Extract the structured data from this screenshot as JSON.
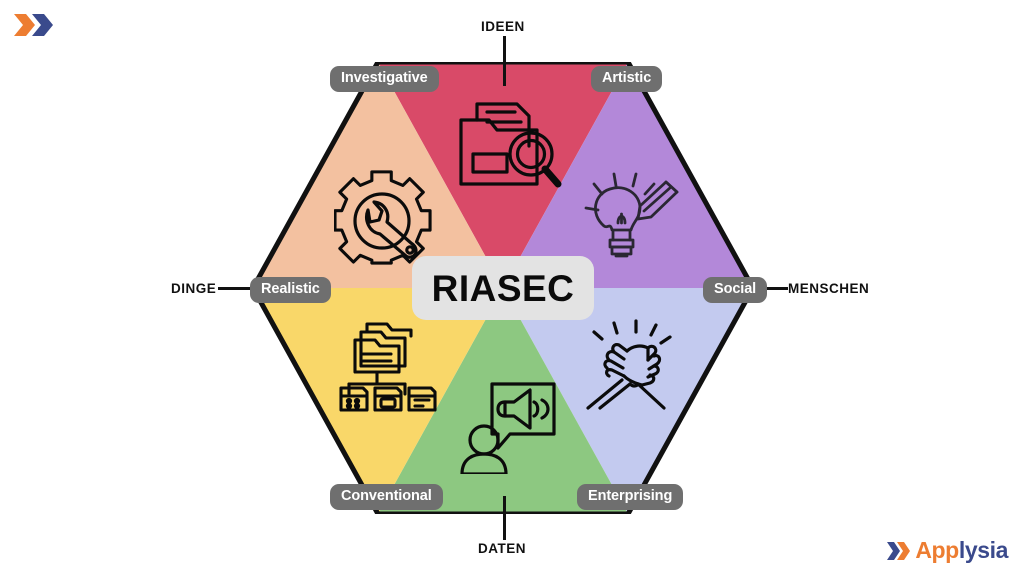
{
  "center": {
    "title": "RIASEC"
  },
  "vertices": [
    {
      "id": "investigative",
      "label": "Investigative"
    },
    {
      "id": "artistic",
      "label": "Artistic"
    },
    {
      "id": "realistic",
      "label": "Realistic"
    },
    {
      "id": "social",
      "label": "Social"
    },
    {
      "id": "conventional",
      "label": "Conventional"
    },
    {
      "id": "enterprising",
      "label": "Enterprising"
    }
  ],
  "axes": {
    "top": "IDEEN",
    "bottom": "DATEN",
    "left": "DINGE",
    "right": "MENSCHEN"
  },
  "segments": [
    {
      "id": "investigative",
      "label": "Investigative",
      "color": "#D94A68",
      "icon": "folder-magnifier-icon"
    },
    {
      "id": "artistic",
      "label": "Artistic",
      "color": "#B388D9",
      "icon": "lightbulb-pencil-icon"
    },
    {
      "id": "social",
      "label": "Social",
      "color": "#C3CAEF",
      "icon": "clasped-hands-icon"
    },
    {
      "id": "enterprising",
      "label": "Enterprising",
      "color": "#8DC881",
      "icon": "person-megaphone-icon"
    },
    {
      "id": "conventional",
      "label": "Conventional",
      "color": "#F9D769",
      "icon": "folder-tree-icon"
    },
    {
      "id": "realistic",
      "label": "Realistic",
      "color": "#F3C1A0",
      "icon": "gear-wrench-icon"
    }
  ],
  "brand": {
    "mark_label": "applysia-chevron-mark",
    "word_first": "App",
    "word_second": "lysia"
  },
  "colors": {
    "pill_background": "#6F6F6F",
    "pill_text": "#FFFFFF",
    "center_background": "#E3E3E3",
    "outline": "#111111",
    "brand_orange": "#ED7D31",
    "brand_navy": "#3A4A8C"
  }
}
